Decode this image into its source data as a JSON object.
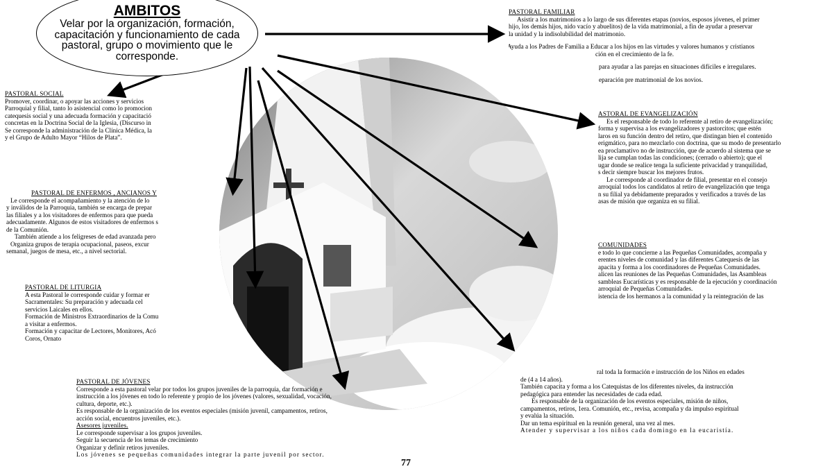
{
  "header": {
    "title": "AMBITOS",
    "body": "Velar por la organización, formación, capacitación y funcionamiento de cada pastoral, grupo o movimiento que le corresponde."
  },
  "familiar": {
    "title": "PASTORAL FAMILIAR",
    "lines": [
      "Asistir a los matrimonios a lo largo de sus diferentes etapas (novios, esposos jóvenes, el primer",
      "hijo, los demás hijos, nido vacío y abuelitos) de la vida matrimonial, a fin de ayudar a preservar",
      "la unidad y la indisolubilidad del matrimonio.",
      "",
      "Ayuda a los Padres de Familia a Educar a los hijos en las virtudes y valores humanos y cristianos",
      "ción en el crecimiento de la fe.",
      "",
      "para ayudar a las parejas en situaciones difíciles e irregulares.",
      "",
      "eparación pre matrimonial de los novios."
    ]
  },
  "social": {
    "title": "PASTORAL SOCIAL",
    "lines": [
      "Promover, coordinar, o apoyar las acciones y servicios",
      "Parroquial y filial, tanto lo asistencial como lo promocion",
      "catequesis social y una adecuada formación y capacitació",
      "concretas  en la Doctrina Social de la Iglesia, (Discurso in",
      "Se corresponde la administración de la Clínica Médica, la",
      "y el Grupo de Adulto Mayor  “Hilos de Plata”."
    ]
  },
  "evangelizacion": {
    "title": "ASTORAL DE EVANGELIZACIÓN",
    "lines": [
      "Es el responsable de todo lo referente al retiro de evangelización;",
      "forma y supervisa a los evangelizadores y pastorcitos; que estén",
      "laros en su función dentro del retiro, que distingan bien el contenido",
      "erigmático, para no mezclarlo con doctrina, que su modo de presentarlo",
      "ea proclamativo no de instrucción, que de acuerdo al sistema que se",
      "lija se cumplan todas las condiciones;   (cerrado o abierto);  que el",
      "ugar donde se realice tenga la suficiente privacidad y tranquilidad,",
      "s decir siempre buscar los mejores frutos.",
      "Le corresponde al coordinador de filial, presentar en el consejo",
      "arroquial todos los candidatos al retiro de evangelización que tenga",
      "n su filial ya debidamente preparados y verificados a través de las",
      "asas de misión que organiza en su filial."
    ]
  },
  "enfermos": {
    "title": "PASTORAL DE ENFERMOS , ANCIANOS Y",
    "lines": [
      "Le corresponde el acompañamiento y la atención de lo",
      "y inválidos de la Parroquia, también se encarga de prepar",
      "las filiales y a los visitadores de enfermos para que pueda",
      "adecuadamente. Algunos de estos visitadores de enfermos s",
      "de la Comunión.",
      "También atiende a los feligreses de edad avanzada pero",
      "Organiza grupos de terapia ocupacional, paseos, excur",
      "semanal, juegos de mesa, etc., a nivel sectorial."
    ]
  },
  "comunidades": {
    "title": "COMUNIDADES",
    "lines": [
      "e todo lo que concierne a las Pequeñas Comunidades, acompaña y",
      "erentes niveles de comunidad y las diferentes Catequesis de las",
      "apacita y forma a los coordinadores de Pequeñas Comunidades.",
      "alicen las reuniones de las Pequeñas Comunidades, las Asambleas",
      "sambleas Eucarísticas y es responsable de la ejecución y coordinación",
      "arroquial de Pequeñas Comunidades.",
      "istencia de los hermanos a la comunidad y la reintegración de las"
    ]
  },
  "liturgia": {
    "title": "PASTORAL DE  LITURGIA",
    "lines": [
      "A esta Pastoral le corresponde cuidar y formar er",
      "Sacramentales:   Su preparación y adecuada cel",
      "servicios Laicales en ellos.",
      "Formación de Ministros Extraordinarios de la Comu",
      "a visitar a enfermos.",
      "Formación y capacitar de Lectores, Monitores, Acó",
      "Coros, Ornato"
    ]
  },
  "ninos": {
    "lines": [
      "ral toda la formación e instrucción de los Niños en edades",
      "de (4 a 14 años).",
      "También capacita y forma a los Catequistas de los diferentes niveles, da instrucción",
      "pedagógica para entender las necesidades de cada edad.",
      "Es responsable de la organización de los eventos especiales, misión de niños,",
      "campamentos, retiros, 1era. Comunión, etc., revisa, acompaña y da impulso espiritual",
      "y evalúa la situación.",
      "Dar un tema espiritual en la reunión general, una vez al mes.",
      "Atender y supervisar a los niños cada domingo en la eucaristía."
    ]
  },
  "jovenes": {
    "title": "PASTORAL DE JÓVENES",
    "lines": [
      "Corresponde a esta pastoral velar por todos los grupos juveniles de la parroquia, dar formación e",
      "instrucción a los jóvenes en todo lo referente y propio de los jóvenes (valores, sexualidad, vocación,",
      "cultura, deporte, etc.).",
      "Es responsable de la organización de los eventos especiales (misión juvenil, campamentos, retiros,",
      "acción social, encuentros juveniles, etc.)."
    ],
    "subtitle": "Asesores juveniles.",
    "sublines": [
      "Le corresponde supervisar a los grupos juveniles.",
      "Seguir la secuencia de los temas de crecimiento",
      "Organizar y definir retiros juveniles.",
      "Los jóvenes se pequeñas comunidades integrar la parte juvenil por sector."
    ]
  },
  "page_number": "77"
}
